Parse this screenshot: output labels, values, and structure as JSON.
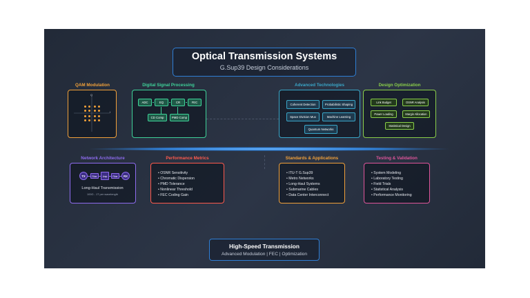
{
  "header": {
    "title": "Optical Transmission Systems",
    "subtitle": "G.Sup39 Design Considerations"
  },
  "qam": {
    "title": "QAM Modulation",
    "axis_q": "Q",
    "axis_i": "I"
  },
  "dsp": {
    "title": "Digital Signal Processing",
    "blocks": [
      "ADC",
      "EQ",
      "CR",
      "FEC"
    ],
    "sub_blocks": [
      "CD Comp",
      "PMD Comp"
    ]
  },
  "advanced": {
    "title": "Advanced Technologies",
    "items": [
      "Coherent Detection",
      "Probabilistic Shaping",
      "Space Division Mux",
      "Machine Learning",
      "Quantum Networks"
    ]
  },
  "optimization": {
    "title": "Design Optimization",
    "items": [
      "Link Budget",
      "OSNR Analysis",
      "Power Loading",
      "Margin Allocation",
      "Statistical Design"
    ]
  },
  "network": {
    "title": "Network Architecture",
    "tx": "TX",
    "rx": "RX",
    "nodes": [
      "Fiber",
      "Amp",
      "Fiber"
    ],
    "label": "Long-Haul Transmission",
    "sublabel": "100G - 1T per wavelength"
  },
  "metrics": {
    "title": "Performance Metrics",
    "items": [
      "OSNR Sensitivity",
      "Chromatic Dispersion",
      "PMD Tolerance",
      "Nonlinear Threshold",
      "FEC Coding Gain"
    ]
  },
  "standards": {
    "title": "Standards & Applications",
    "items": [
      "ITU-T G.Sup39",
      "Metro Networks",
      "Long-Haul Systems",
      "Submarine Cables",
      "Data Center Interconnect"
    ]
  },
  "testing": {
    "title": "Testing & Validation",
    "items": [
      "System Modeling",
      "Laboratory Testing",
      "Field Trials",
      "Statistical Analysis",
      "Performance Monitoring"
    ]
  },
  "footer": {
    "title": "High-Speed Transmission",
    "subtitle": "Advanced Modulation | FEC | Optimization"
  },
  "colors": {
    "qam": "#f2a13a",
    "dsp": "#3fd39a",
    "advanced": "#3aa7c9",
    "optimization": "#8bd04a",
    "network": "#8f6cf0",
    "metrics": "#ff5a4d",
    "standards": "#f2a13a",
    "testing": "#e0559b",
    "accent": "#2f7fd6"
  }
}
